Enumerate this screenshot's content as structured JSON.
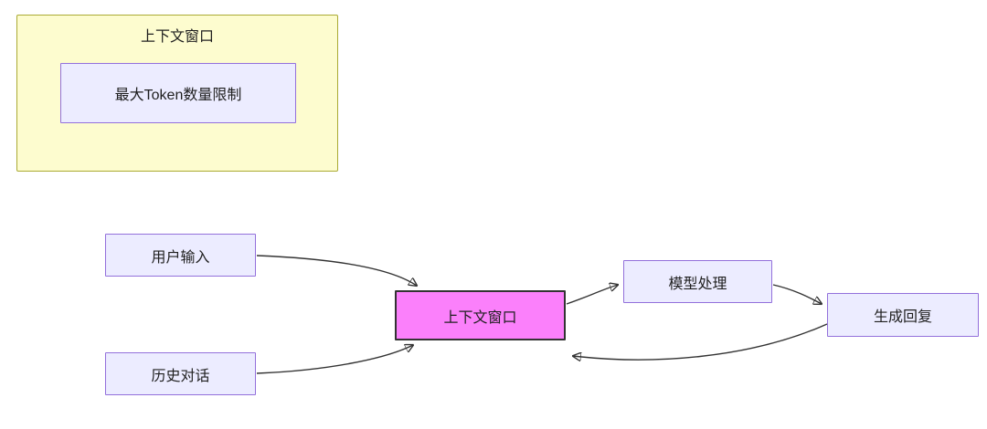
{
  "diagram": {
    "container": {
      "title": "上下文窗口",
      "inner_node": "最大Token数量限制"
    },
    "nodes": {
      "user_input": "用户输入",
      "history_dialog": "历史对话",
      "context_window": "上下文窗口",
      "model_process": "模型处理",
      "generate_reply": "生成回复"
    },
    "edges": [
      {
        "from": "user_input",
        "to": "context_window"
      },
      {
        "from": "history_dialog",
        "to": "context_window"
      },
      {
        "from": "context_window",
        "to": "model_process"
      },
      {
        "from": "model_process",
        "to": "generate_reply"
      },
      {
        "from": "generate_reply",
        "to": "context_window"
      }
    ],
    "colors": {
      "cluster_bg": "#fdfccf",
      "cluster_border": "#aaaa33",
      "node_bg": "#ECECFF",
      "node_border": "#9370DB",
      "highlight_bg": "#fb80fb",
      "highlight_border": "#333333",
      "edge": "#333333"
    }
  }
}
